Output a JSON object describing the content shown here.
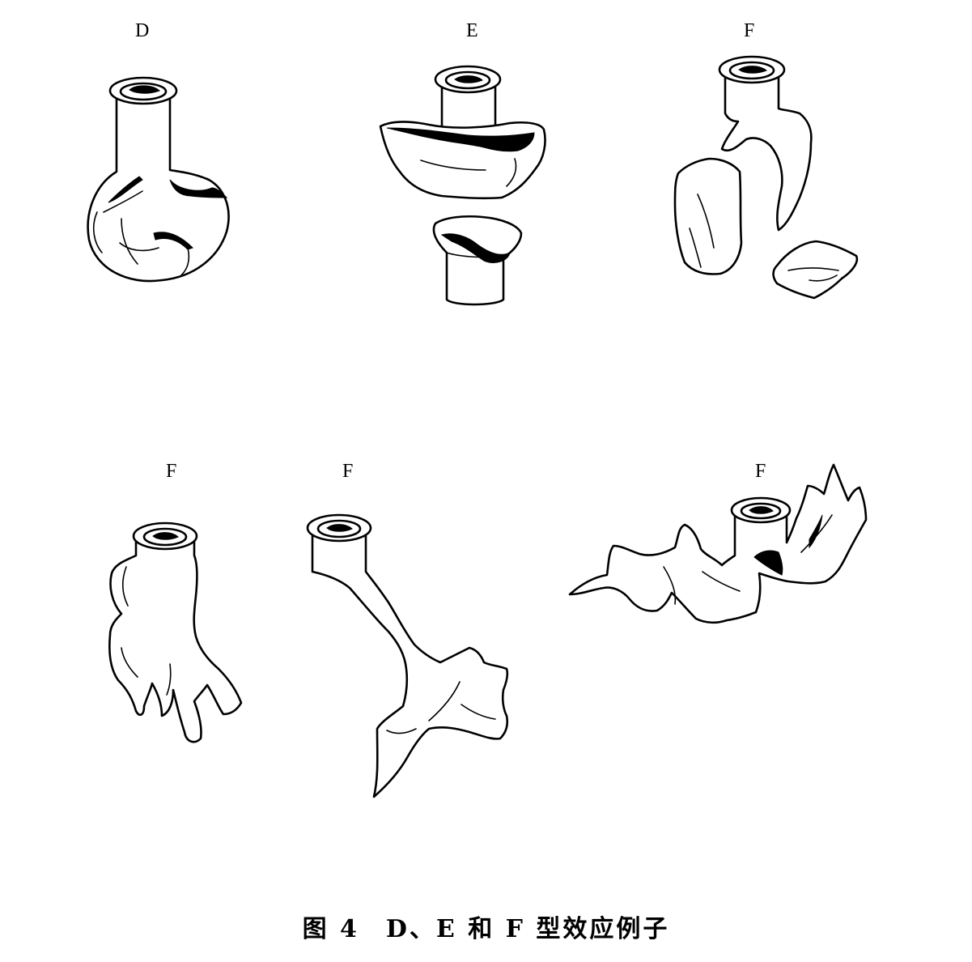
{
  "panels": [
    {
      "label": "D"
    },
    {
      "label": "E"
    },
    {
      "label": "F"
    },
    {
      "label": "F"
    },
    {
      "label": "F"
    },
    {
      "label": "F"
    }
  ],
  "caption": "图 4　D、E 和 F 型效应例子"
}
